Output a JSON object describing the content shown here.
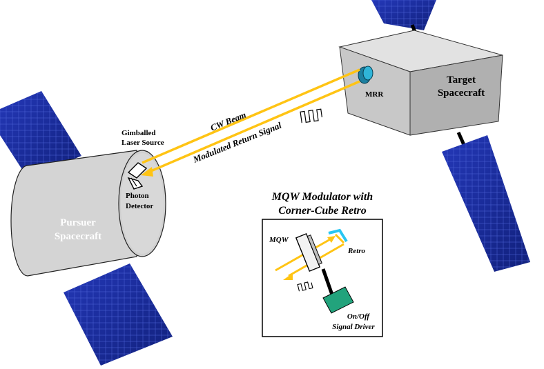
{
  "labels": {
    "gimballed_line1": "Gimballed",
    "gimballed_line2": "Laser Source",
    "photon_line1": "Photon",
    "photon_line2": "Detector",
    "pursuer_line1": "Pursuer",
    "pursuer_line2": "Spacecraft",
    "target_line1": "Target",
    "target_line2": "Spacecraft",
    "mrr": "MRR",
    "cw_beam": "CW Beam",
    "modulated_return": "Modulated Return Signal",
    "inset_title_line1": "MQW Modulator with",
    "inset_title_line2": "Corner-Cube Retro",
    "mqw": "MQW",
    "retro": "Retro",
    "driver_line1": "On/Off",
    "driver_line2": "Signal Driver"
  },
  "colors": {
    "beam": "#FFC414",
    "solar_panel": "#1A2FA0",
    "pursuer_body": "#D6D6D6",
    "target_body": "#BDBDBD",
    "mrr": "#2FB4D8",
    "mqw_cell": "#F0F0F0",
    "driver": "#22A37C",
    "retro": "#29C6F2"
  }
}
